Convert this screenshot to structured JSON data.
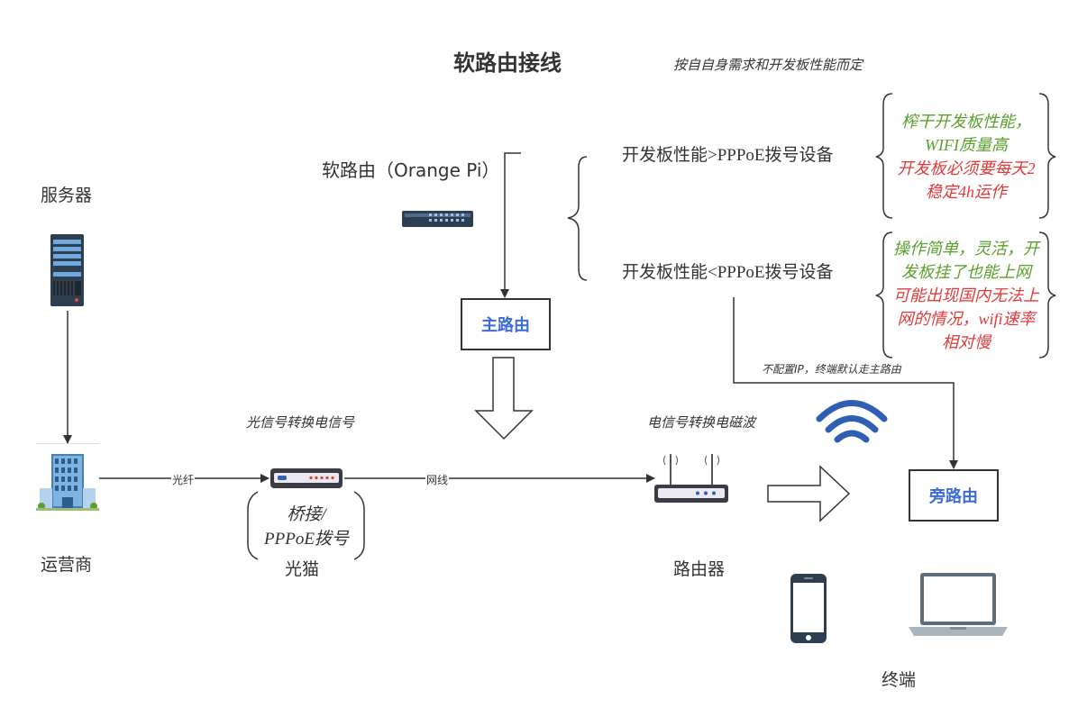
{
  "title": "软路由接线",
  "note_top": "按自自身需求和开发板性能而定",
  "nodes": {
    "server": "服务器",
    "isp": "运营商",
    "modem": "光猫",
    "router": "路由器",
    "terminal": "终端",
    "soft_router": "软路由（Orange Pi）",
    "main_router": "主路由",
    "side_router": "旁路由"
  },
  "captions": {
    "optical_to_electrical": "光信号转换电信号",
    "electrical_to_wireless": "电信号转换电磁波",
    "modem_mode": [
      "桥接/",
      "PPPoE拨号"
    ],
    "no_ip_note": "不配置IP，终端默认走主路由"
  },
  "edges": {
    "fiber": "光纤",
    "ethernet": "网线"
  },
  "branches": {
    "upper": "开发板性能>PPPoE拨号设备",
    "lower": "开发板性能<PPPoE拨号设备"
  },
  "comments": {
    "upper_green": [
      "榨干开发板性能，",
      "WIFI质量高"
    ],
    "upper_red": [
      "开发板必须要每天2",
      "稳定4h运作"
    ],
    "lower_green": [
      "操作简单，灵活，开",
      "发板挂了也能上网"
    ],
    "lower_red": [
      "可能出现国内无法上",
      "网的情况，wifi速率",
      "相对慢"
    ]
  },
  "colors": {
    "accent_blue": "#3d6bd8",
    "green": "#5aa02c",
    "red": "#e03a3a",
    "stroke": "#333333",
    "wifi_blue": "#2f5fb3"
  }
}
